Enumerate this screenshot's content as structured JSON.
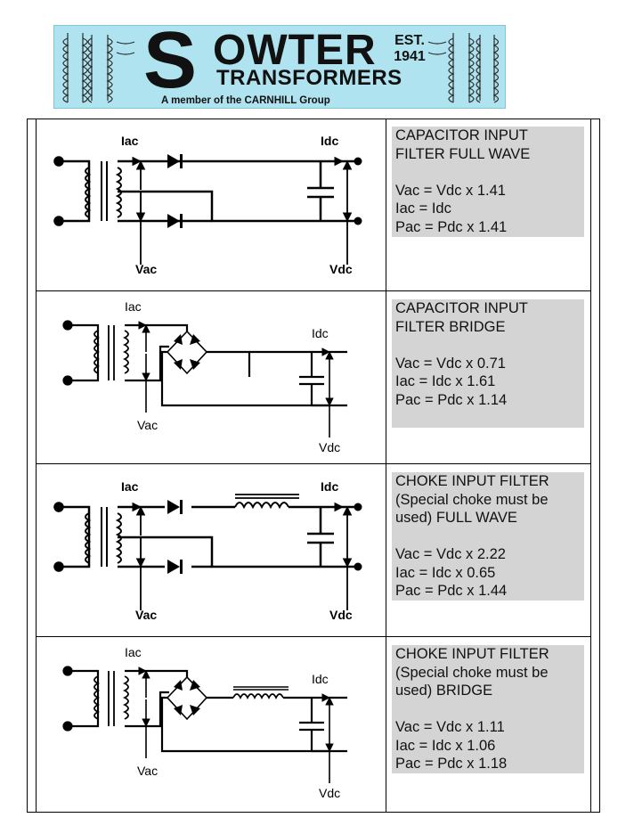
{
  "logo": {
    "s": "S",
    "owter": "OWTER",
    "transformers": "TRANSFORMERS",
    "est": "EST.",
    "year": "1941",
    "member": "A member of the CARNHILL Group"
  },
  "labels": {
    "iac": "Iac",
    "idc": "Idc",
    "vac": "Vac",
    "vdc": "Vdc"
  },
  "rows": [
    {
      "line1": "CAPACITOR INPUT",
      "line2": "FILTER FULL WAVE",
      "line3": "",
      "vac": "Vac = Vdc x 1.41",
      "iac": "Iac = Idc",
      "pac": "Pac = Pdc x 1.41"
    },
    {
      "line1": "CAPACITOR INPUT",
      "line2": "FILTER BRIDGE",
      "line3": "",
      "vac": "Vac = Vdc x 0.71",
      "iac": "Iac = Idc x 1.61",
      "pac": "Pac = Pdc x 1.14"
    },
    {
      "line1": "CHOKE INPUT FILTER",
      "line2": "(Special choke must be",
      "line3": "used) FULL WAVE",
      "vac": "Vac = Vdc x 2.22",
      "iac": "Iac = Idc x 0.65",
      "pac": "Pac = Pdc x 1.44"
    },
    {
      "line1": "CHOKE INPUT FILTER",
      "line2": "(Special choke must be",
      "line3": "used) BRIDGE",
      "vac": "Vac = Vdc x 1.11",
      "iac": "Iac = Idc x 1.06",
      "pac": "Pac = Pdc x 1.18"
    }
  ]
}
